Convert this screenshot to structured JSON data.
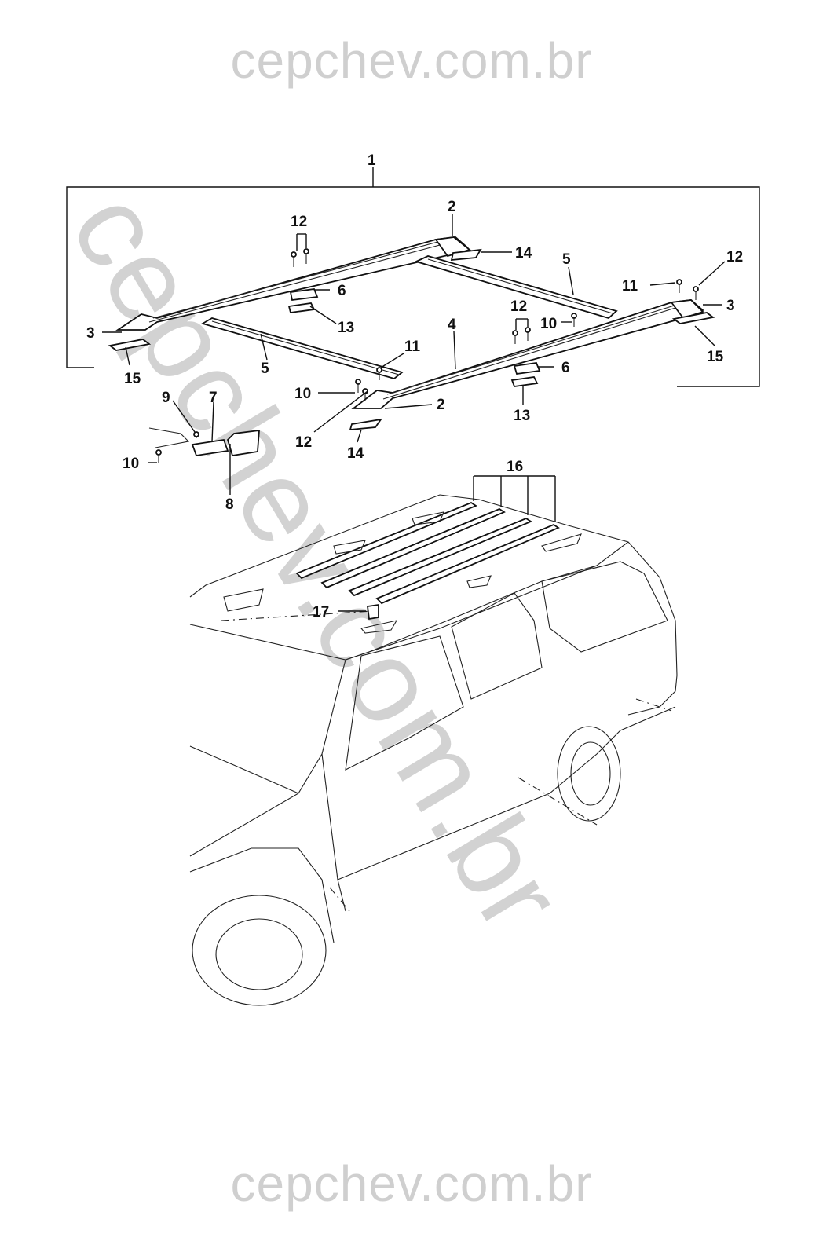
{
  "watermarks": {
    "top": "cepchev.com.br",
    "diagonal": "cepchev.com.br",
    "bottom": "cepchev.com.br"
  },
  "callouts": {
    "c1": "1",
    "c2a": "2",
    "c2b": "2",
    "c3a": "3",
    "c3b": "3",
    "c4": "4",
    "c5a": "5",
    "c5b": "5",
    "c6a": "6",
    "c6b": "6",
    "c7": "7",
    "c8": "8",
    "c9": "9",
    "c10a": "10",
    "c10b": "10",
    "c10c": "10",
    "c11a": "11",
    "c11b": "11",
    "c12a": "12",
    "c12b": "12",
    "c12c": "12",
    "c12d": "12",
    "c13a": "13",
    "c13b": "13",
    "c14a": "14",
    "c14b": "14",
    "c15a": "15",
    "c15b": "15",
    "c16": "16",
    "c17": "17"
  }
}
